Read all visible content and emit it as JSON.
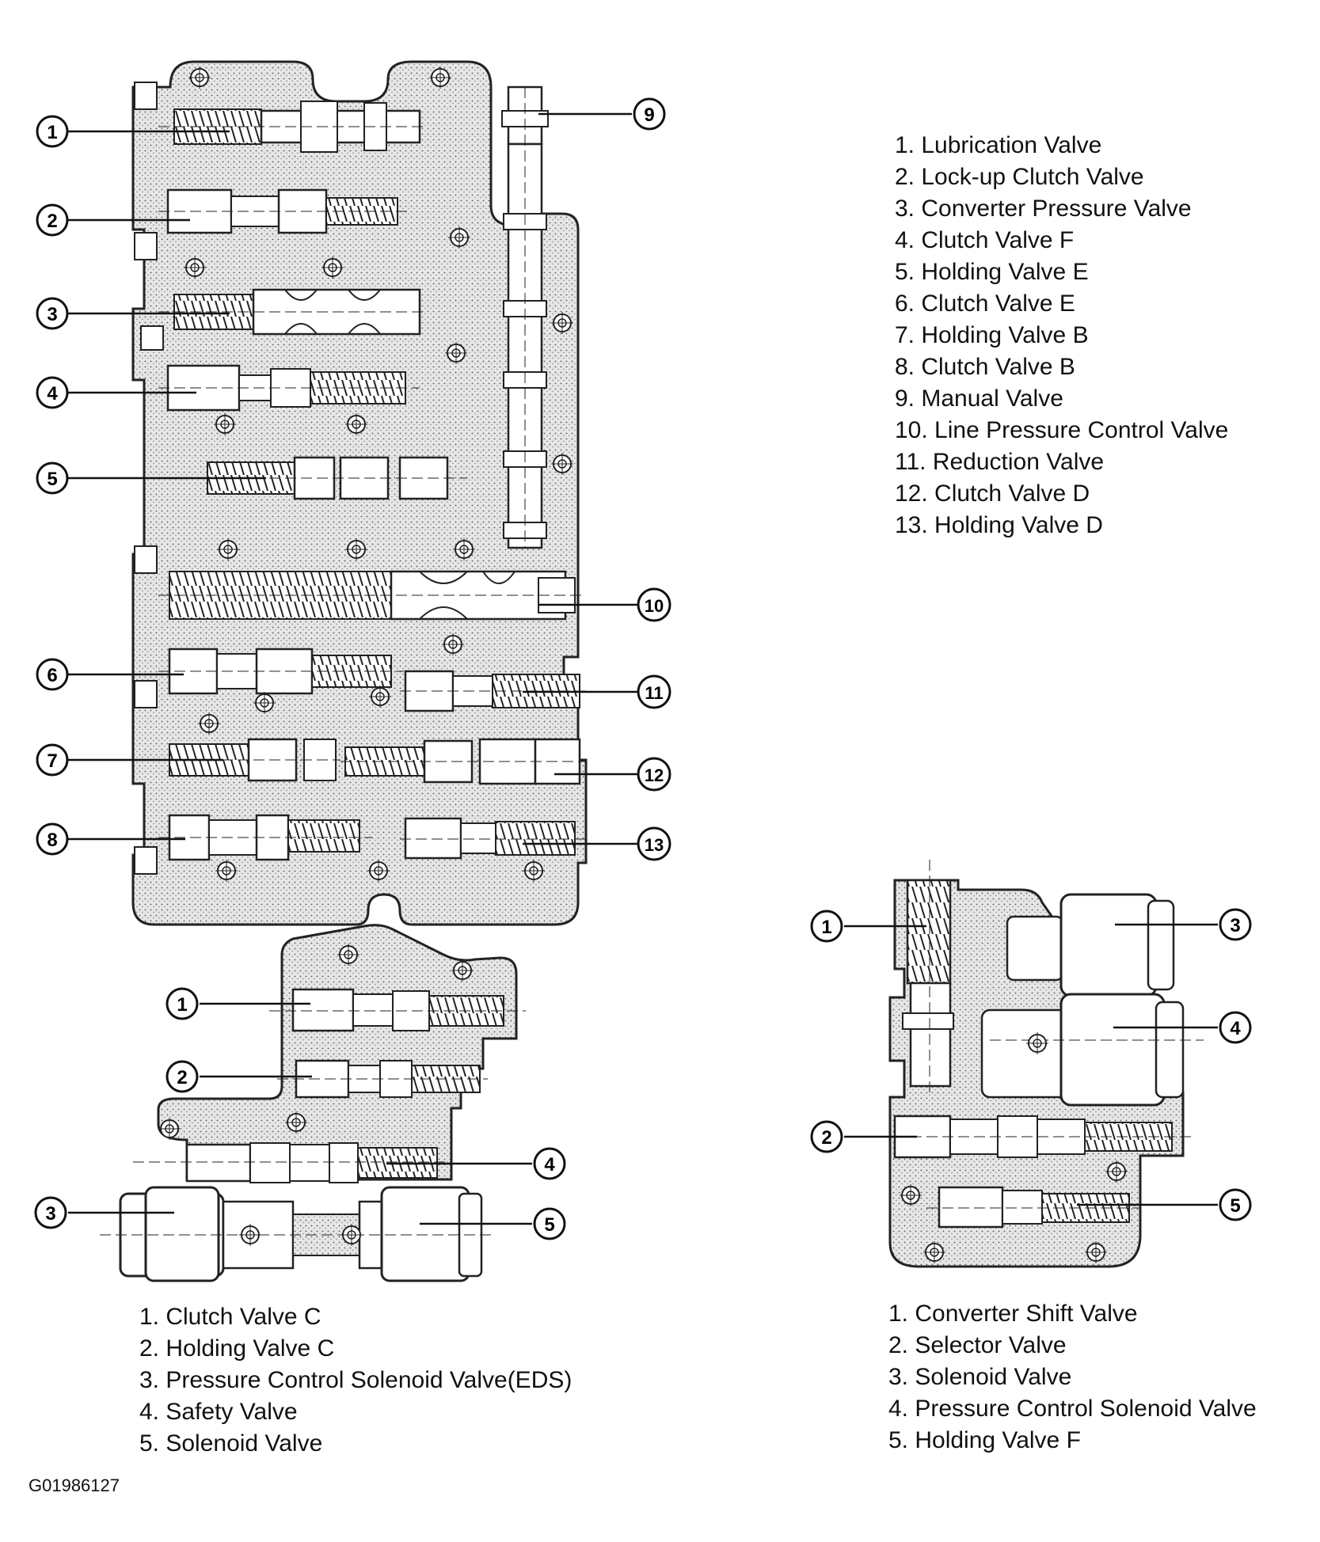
{
  "main_valve_body": {
    "callouts": [
      "1",
      "2",
      "3",
      "4",
      "5",
      "6",
      "7",
      "8",
      "9",
      "10",
      "11",
      "12",
      "13"
    ],
    "legend": [
      "1. Lubrication Valve",
      "2. Lock-up Clutch Valve",
      "3. Converter Pressure Valve",
      "4. Clutch  Valve F",
      "5. Holding Valve E",
      "6. Clutch Valve E",
      "7. Holding Valve B",
      "8. Clutch Valve B",
      "9. Manual Valve",
      "10. Line Pressure Control Valve",
      "11. Reduction Valve",
      "12. Clutch Valve D",
      "13. Holding Valve D"
    ]
  },
  "lower_left_body": {
    "callouts": [
      "1",
      "2",
      "3",
      "4",
      "5"
    ],
    "legend": [
      "1. Clutch Valve C",
      "2. Holding Valve C",
      "3. Pressure Control Solenoid Valve(EDS)",
      "4. Safety Valve",
      "5. Solenoid Valve"
    ]
  },
  "lower_right_body": {
    "callouts": [
      "1",
      "2",
      "3",
      "4",
      "5"
    ],
    "legend": [
      "1. Converter Shift Valve",
      "2. Selector Valve",
      "3. Solenoid Valve",
      "4. Pressure Control Solenoid Valve",
      "5. Holding Valve F"
    ]
  },
  "figure_id": "G01986127"
}
